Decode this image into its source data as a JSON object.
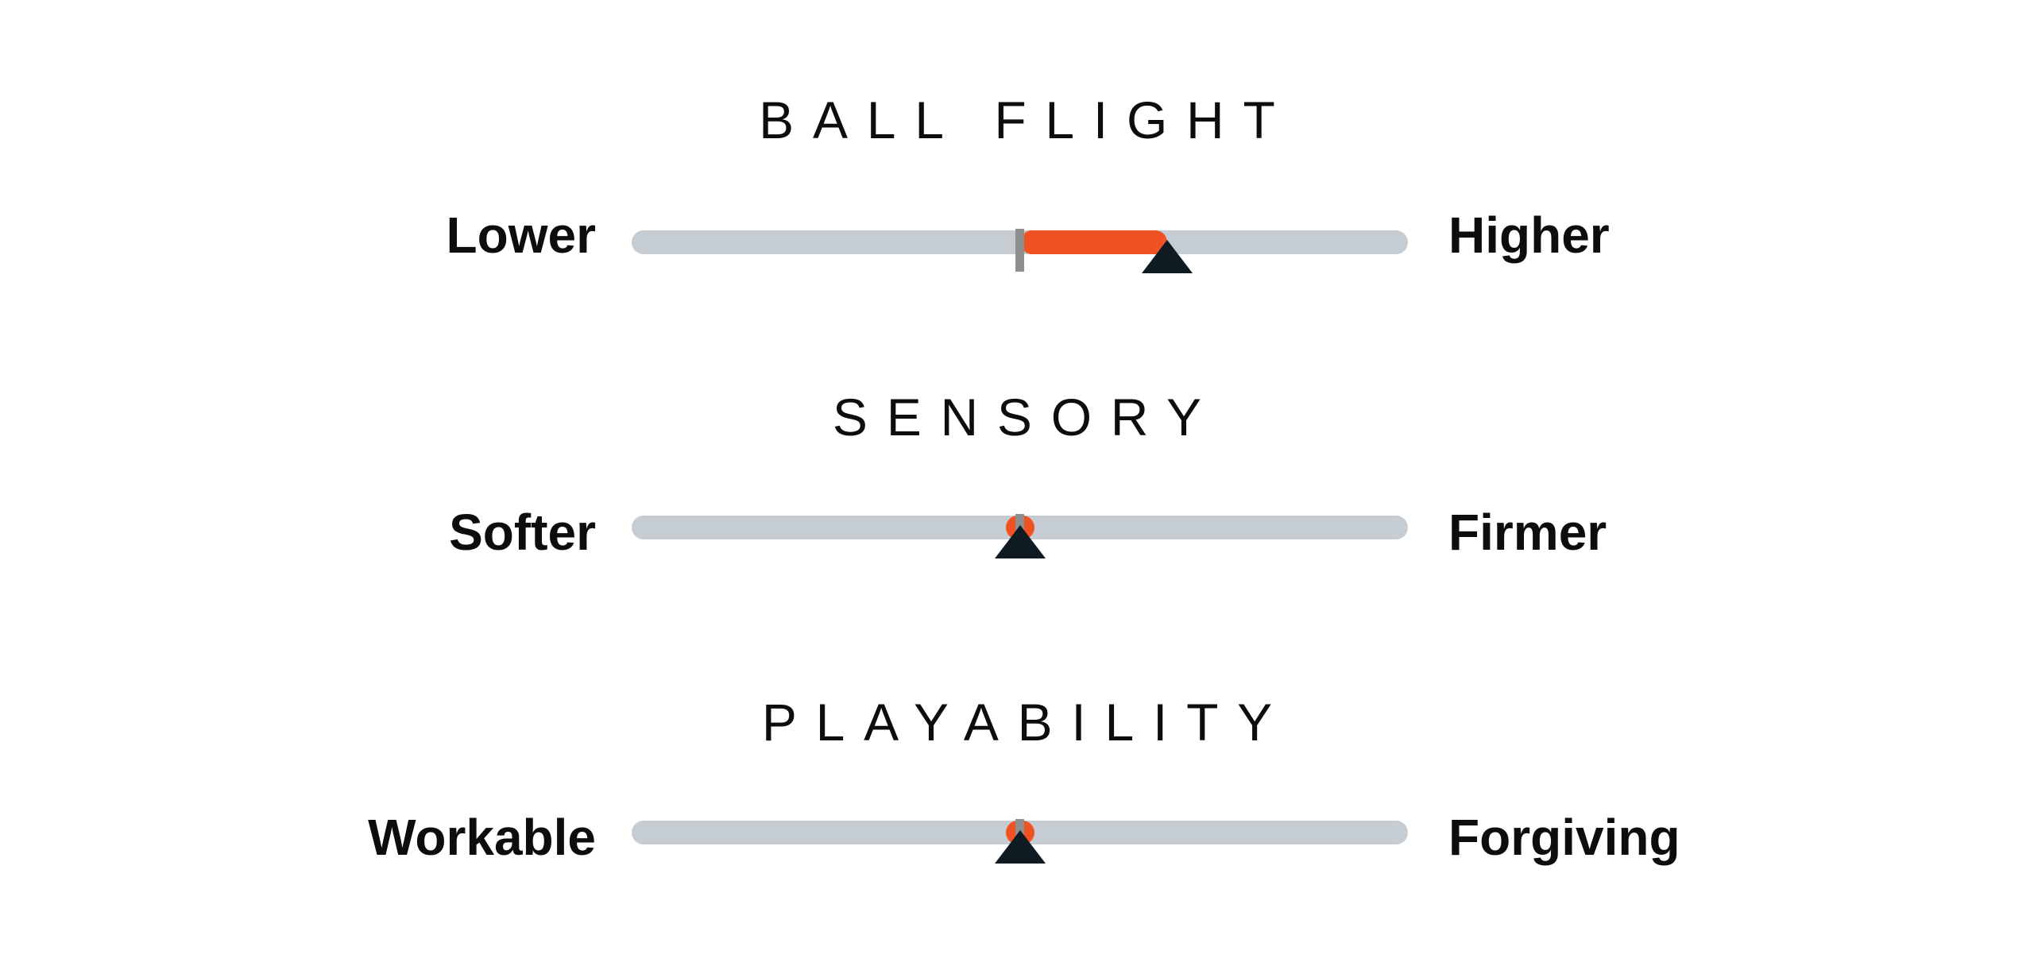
{
  "meters": [
    {
      "title": "BALL FLIGHT",
      "left_label": "Lower",
      "right_label": "Higher",
      "baseline_value": 0.5,
      "value": 0.69
    },
    {
      "title": "SENSORY",
      "left_label": "Softer",
      "right_label": "Firmer",
      "baseline_value": 0.5,
      "value": 0.5
    },
    {
      "title": "PLAYABILITY",
      "left_label": "Workable",
      "right_label": "Forgiving",
      "baseline_value": 0.5,
      "value": 0.5
    }
  ],
  "colors": {
    "track": "#c6cdd2",
    "fill": "#f05323",
    "baseline_tick": "#8f8f8f",
    "pointer": "#0e1b22",
    "text": "#0d0d0d"
  }
}
